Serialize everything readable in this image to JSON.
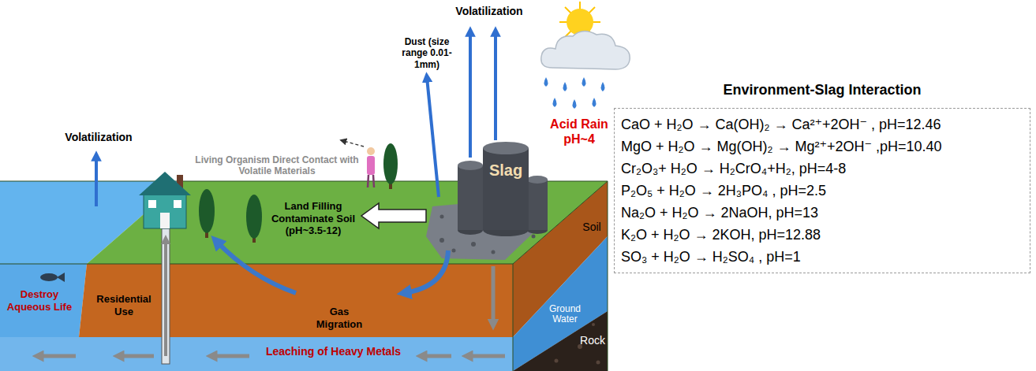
{
  "diagram": {
    "nodes": [
      {
        "text": [
          "Environment-Slag Interaction",
          "CaO + H₂O → Ca(OH)₂ → Ca²⁺+2OH⁻ , pH=12.46",
          "MgO + H₂O → Mg(OH)₂ → Mg²⁺+2OH⁻ ,pH=10.40",
          "Cr₂O₃+ H₂O → H₂CrO₄+H₂, pH=4-8",
          "P₂O₅ + H₂O → 2H₃PO₄ , pH=2.5",
          "Na₂O + H₂O → 2NaOH, pH=13",
          "K₂O + H₂O → 2KOH, pH=12.88",
          "SO₃ + H₂O → H₂SO₄ , pH=1"
        ]
      }
    ],
    "labels": [
      "Volatilization",
      "Dust (size range 0.01-1mm)",
      "Volatilization",
      "Acid Rain pH~4",
      "Living Organism Direct Contact with Volatile Materials",
      "Land Filling Contaminate Soil (pH~3.5-12)",
      "Slag",
      "Destroy Aqueous Life",
      "Residential Use",
      "Gas Migration",
      "Soil",
      "Ground Water",
      "Rock",
      "Leaching of Heavy Metals"
    ]
  }
}
